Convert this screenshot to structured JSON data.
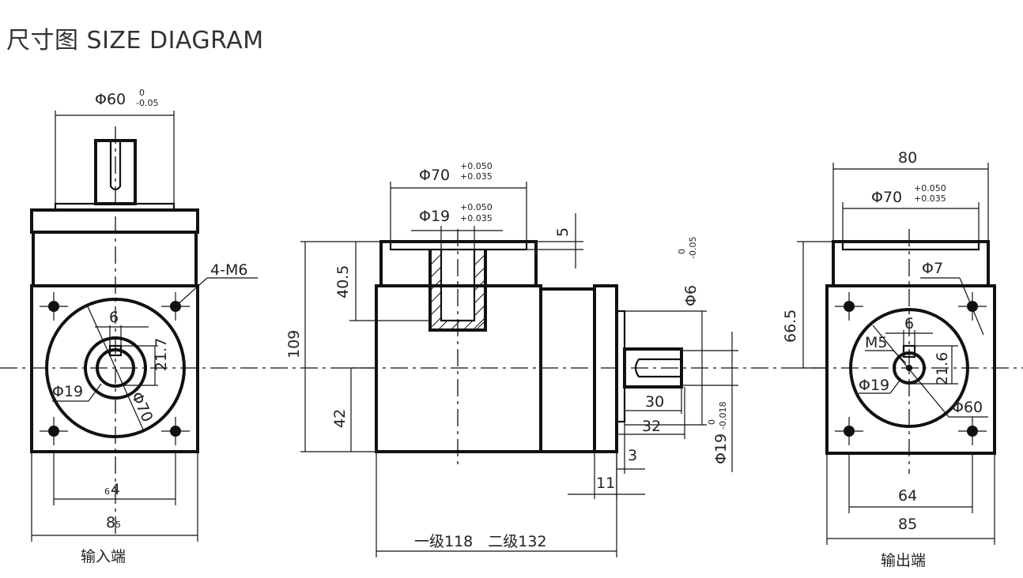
{
  "title": "尺寸图 SIZE DIAGRAM",
  "colors": {
    "line": "#111111",
    "text": "#222222",
    "title": "#333333"
  },
  "input_view": {
    "caption": "输入端",
    "d_phi60": "Φ60",
    "d_phi60_tol_upper": "0",
    "d_phi60_tol_lower": "-0.05",
    "d_4m6": "4-M6",
    "d_6": "6",
    "d_21_7": "21.7",
    "d_phi19": "Φ19",
    "d_phi70": "Φ70",
    "d_64_prefix": "6",
    "d_64_suffix": "4",
    "d_85_prefix": "8",
    "d_85_suffix": "5"
  },
  "side_view": {
    "d_phi70": "Φ70",
    "d_phi70_tol_upper": "+0.050",
    "d_phi70_tol_lower": "+0.035",
    "d_phi19": "Φ19",
    "d_phi19_tol_upper": "+0.050",
    "d_phi19_tol_lower": "+0.035",
    "d_5": "5",
    "d_40_5": "40.5",
    "d_109": "109",
    "d_42": "42",
    "d_phi6": "Φ6",
    "d_phi6_tol_upper": "0",
    "d_phi6_tol_lower": "-0.05",
    "d_30": "30",
    "d_32": "32",
    "d_3": "3",
    "d_11": "11",
    "d_phi19_out": "Φ19",
    "d_phi19_out_tol_upper": "0",
    "d_phi19_out_tol_lower": "-0.018",
    "d_length": "一级118　二级132"
  },
  "output_view": {
    "caption": "输出端",
    "d_80": "80",
    "d_phi70": "Φ70",
    "d_phi70_tol_upper": "+0.050",
    "d_phi70_tol_lower": "+0.035",
    "d_66_5": "66.5",
    "d_phi7": "Φ7",
    "d_6": "6",
    "d_m5": "M5",
    "d_21_6": "21.6",
    "d_phi19": "Φ19",
    "d_phi60": "Φ60",
    "d_64": "64",
    "d_85": "85"
  }
}
